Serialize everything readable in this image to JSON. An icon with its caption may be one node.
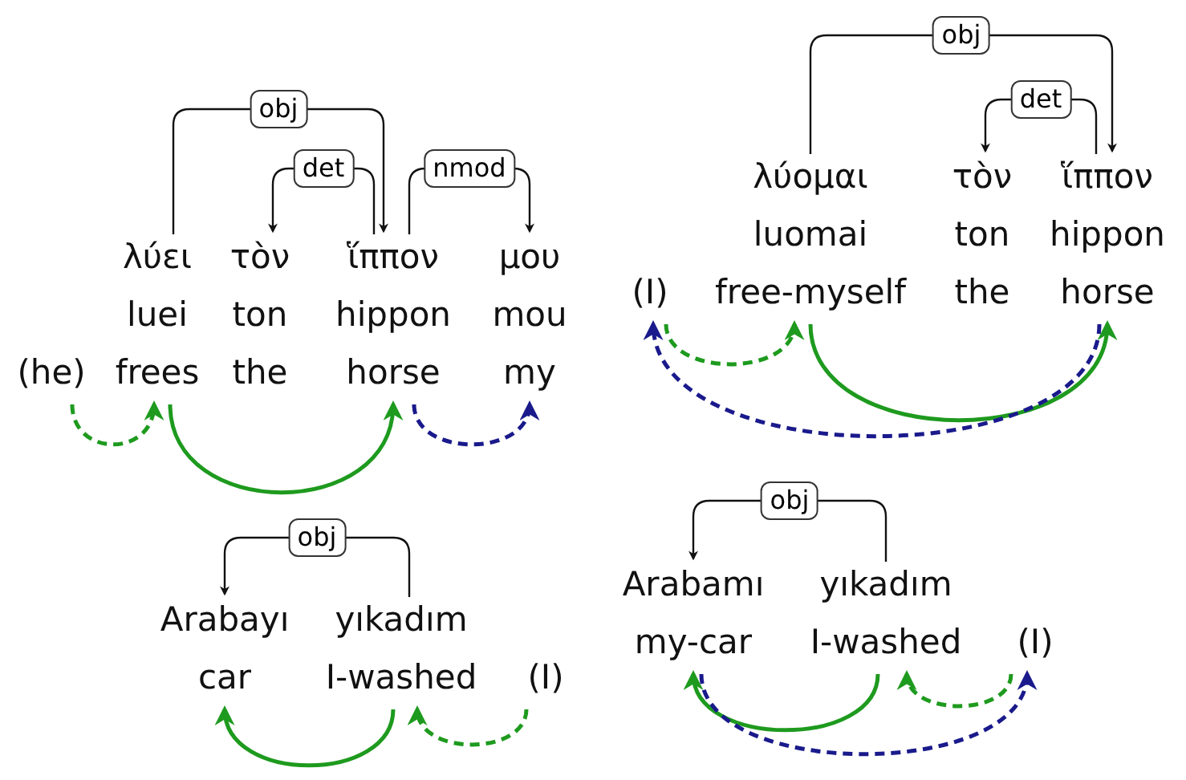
{
  "diagram": {
    "nodes": [
      {
        "text": [
          "(he)"
        ]
      },
      {
        "text": [
          "λύει",
          "luei",
          "frees"
        ]
      },
      {
        "text": [
          "τὸν",
          "ton",
          "the"
        ]
      },
      {
        "text": [
          "ἵππον",
          "hippon",
          "horse"
        ]
      },
      {
        "text": [
          "μου",
          "mou",
          "my"
        ]
      },
      {
        "text": [
          "(I)"
        ]
      },
      {
        "text": [
          "λύομαι",
          "luomai",
          "free-myself"
        ]
      },
      {
        "text": [
          "τὸν",
          "ton",
          "the"
        ]
      },
      {
        "text": [
          "ἵππον",
          "hippon",
          "horse"
        ]
      },
      {
        "text": [
          "Arabayı",
          "car"
        ]
      },
      {
        "text": [
          "yıkadım",
          "I-washed"
        ]
      },
      {
        "text": [
          "(I)"
        ]
      },
      {
        "text": [
          "Arabamı",
          "my-car"
        ]
      },
      {
        "text": [
          "yıkadım",
          "I-washed"
        ]
      },
      {
        "text": [
          "(I)"
        ]
      }
    ],
    "edges": [
      {
        "from": 1,
        "to": 3,
        "arrow": "to",
        "label": "obj",
        "color": "#111111"
      },
      {
        "from": 3,
        "to": 2,
        "arrow": "to",
        "label": "det",
        "color": "#111111"
      },
      {
        "from": 3,
        "to": 4,
        "arrow": "to",
        "label": "nmod",
        "color": "#111111"
      },
      {
        "from": 0,
        "to": 1,
        "arrow": "to",
        "style": "dashed",
        "color": "#1e9a1e"
      },
      {
        "from": 1,
        "to": 3,
        "arrow": "to",
        "color": "#1e9a1e"
      },
      {
        "from": 3,
        "to": 4,
        "arrow": "to",
        "style": "dashed",
        "color": "#1a1a8c"
      },
      {
        "from": 6,
        "to": 8,
        "arrow": "to",
        "label": "obj",
        "color": "#111111"
      },
      {
        "from": 8,
        "to": 7,
        "arrow": "to",
        "label": "det",
        "color": "#111111"
      },
      {
        "from": 5,
        "to": 6,
        "arrow": "to",
        "style": "dashed",
        "color": "#1e9a1e"
      },
      {
        "from": 6,
        "to": 8,
        "arrow": "to",
        "color": "#1e9a1e"
      },
      {
        "from": 8,
        "to": 5,
        "arrow": "to",
        "style": "dashed",
        "color": "#1a1a8c"
      },
      {
        "from": 10,
        "to": 9,
        "arrow": "to",
        "label": "obj",
        "color": "#111111"
      },
      {
        "from": 10,
        "to": 9,
        "arrow": "to",
        "color": "#1e9a1e"
      },
      {
        "from": 11,
        "to": 10,
        "arrow": "to",
        "style": "dashed",
        "color": "#1e9a1e"
      },
      {
        "from": 13,
        "to": 12,
        "arrow": "to",
        "label": "obj",
        "color": "#111111"
      },
      {
        "from": 13,
        "to": 12,
        "arrow": "to",
        "color": "#1e9a1e"
      },
      {
        "from": 14,
        "to": 13,
        "arrow": "to",
        "style": "dashed",
        "color": "#1e9a1e"
      },
      {
        "from": 12,
        "to": 14,
        "arrow": "to",
        "style": "dashed",
        "color": "#1a1a8c"
      }
    ]
  }
}
